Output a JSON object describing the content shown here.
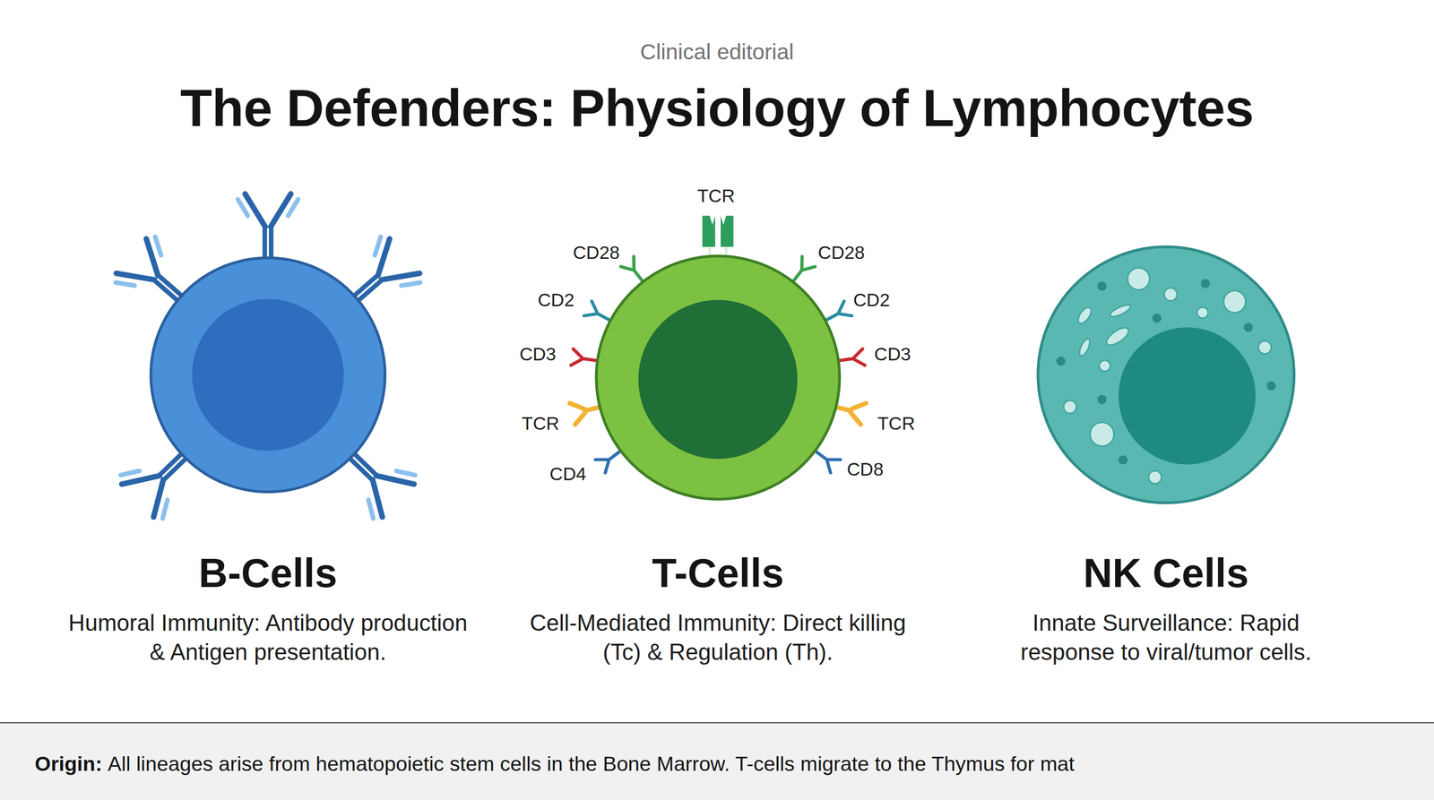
{
  "diagram": {
    "title": "The Defenders: Physiology of Lymphocytes",
    "nodes": [
      {
        "text": [
          "B-Cells",
          "Humoral Immunity: Antibody production & Antigen presentation."
        ]
      },
      {
        "text": [
          "T-Cells",
          "Cell-Mediated Immunity: Direct killing (Tc) & Regulation (Th)."
        ]
      },
      {
        "text": [
          "NK Cells",
          "Innate Surveillance: Rapid response to viral/tumor cells."
        ]
      },
      {
        "text": [
          "Origin:",
          "All lineages arise from hematopoietic stem cells in the Bone Marrow. T-cells migrate to the Thymus for mat"
        ]
      }
    ],
    "labels": [
      "Clinical editorial",
      "TCR",
      "CD28",
      "CD28",
      "CD2",
      "CD2",
      "CD3",
      "CD3",
      "TCR",
      "TCR",
      "CD4",
      "CD8"
    ]
  }
}
